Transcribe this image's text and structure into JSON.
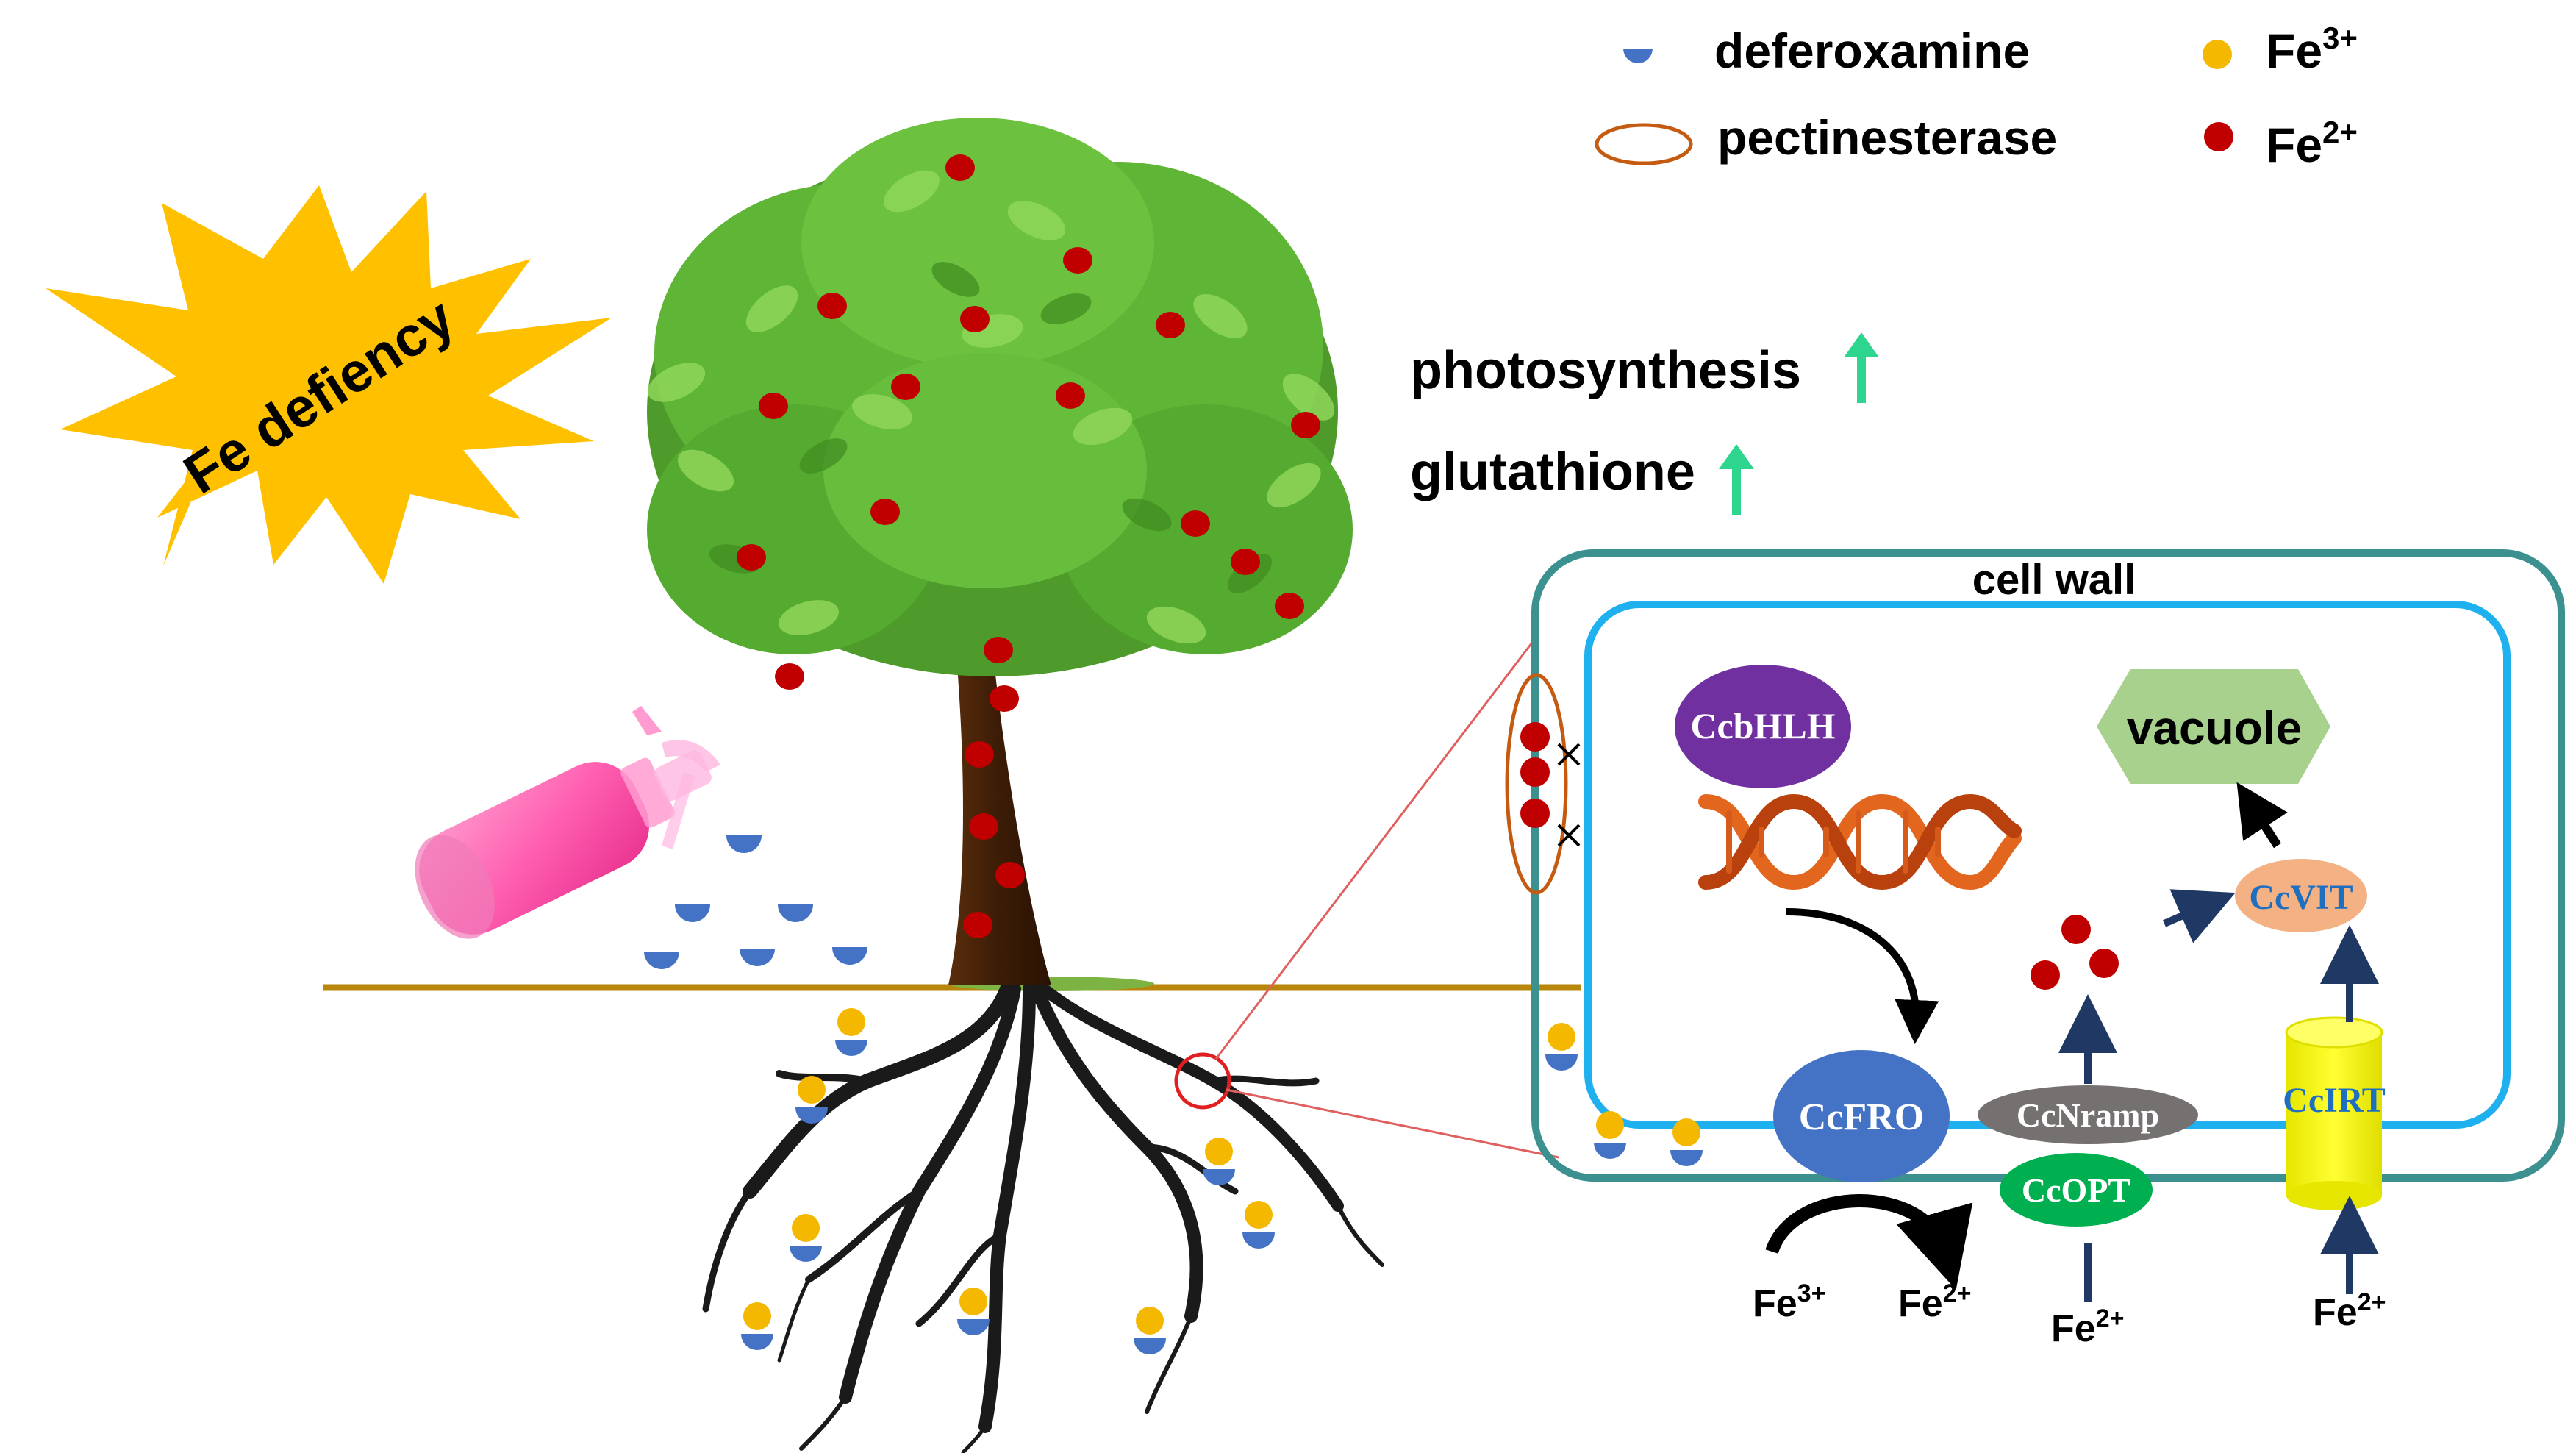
{
  "legend": {
    "items": [
      {
        "symbol": "deferoxamine-icon",
        "label": "deferoxamine"
      },
      {
        "symbol": "pectinesterase-icon",
        "label": "pectinesterase"
      },
      {
        "symbol": "fe3-icon",
        "ion": "Fe",
        "charge": "3+"
      },
      {
        "symbol": "fe2-icon",
        "ion": "Fe",
        "charge": "2+"
      }
    ]
  },
  "condition": {
    "label": "Fe defiency"
  },
  "effects": [
    {
      "label": "photosynthesis",
      "direction": "up-arrow-icon"
    },
    {
      "label": "glutathione",
      "direction": "up-arrow-icon"
    }
  ],
  "cell": {
    "wall_label": "cell wall",
    "vacuole_label": "vacuole",
    "proteins": {
      "bhlh": "CcbHLH",
      "fro": "CcFRO",
      "nramp": "CcNramp",
      "opt": "CcOPT",
      "irt": "CcIRT",
      "vit": "CcVIT"
    },
    "ions": {
      "fro_in": {
        "ion": "Fe",
        "charge": "3+"
      },
      "fro_out": {
        "ion": "Fe",
        "charge": "2+"
      },
      "nramp_in": {
        "ion": "Fe",
        "charge": "2+"
      },
      "irt_in": {
        "ion": "Fe",
        "charge": "2+"
      }
    }
  },
  "colors": {
    "fe3": "#f5b800",
    "fe2": "#c00000",
    "deferoxamine": "#4472c4",
    "pectinesterase": "#c55a11",
    "cell_wall": "#3c9090",
    "membrane": "#1fb0ef",
    "bhlh": "#7030a0",
    "fro": "#4472c4",
    "nramp": "#767171",
    "opt": "#00b050",
    "irt": "#ffff00",
    "vit": "#f4b183",
    "vacuole": "#a9d18e",
    "burst": "#ffc000",
    "up_arrow": "#2ed58f",
    "transport_arrow": "#1f3864"
  }
}
